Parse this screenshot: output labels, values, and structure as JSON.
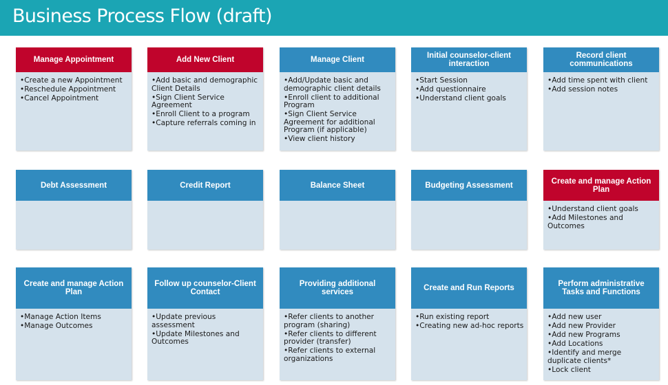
{
  "title": "Business Process Flow (draft)",
  "colors": {
    "title_bar": "#1ba5b4",
    "header_red": "#c0042c",
    "header_blue": "#318bbf",
    "card_body": "#d5e2ec"
  },
  "rows": [
    [
      {
        "title": "Manage Appointment",
        "color": "red",
        "items": [
          "Create a new Appointment",
          "Reschedule Appointment",
          "Cancel Appointment"
        ]
      },
      {
        "title": "Add New Client",
        "color": "red",
        "items": [
          "Add basic and demographic Client Details",
          "Sign Client Service Agreement",
          "Enroll Client to a program",
          "Capture referrals coming in"
        ]
      },
      {
        "title": "Manage Client",
        "color": "blue",
        "items": [
          "Add/Update basic and demographic client details",
          "Enroll client to additional Program",
          "Sign Client Service Agreement for additional Program (if applicable)",
          "View client history"
        ]
      },
      {
        "title": "Initial counselor-client interaction",
        "color": "blue",
        "items": [
          "Start Session",
          "Add questionnaire",
          "Understand client goals"
        ]
      },
      {
        "title": "Record client communications",
        "color": "blue",
        "items": [
          "Add time spent with client",
          "Add session notes"
        ]
      }
    ],
    [
      {
        "title": "Debt Assessment",
        "color": "blue",
        "items": []
      },
      {
        "title": "Credit Report",
        "color": "blue",
        "items": []
      },
      {
        "title": "Balance Sheet",
        "color": "blue",
        "items": []
      },
      {
        "title": "Budgeting Assessment",
        "color": "blue",
        "items": []
      },
      {
        "title": "Create and manage Action Plan",
        "color": "red",
        "items": [
          "Understand client goals",
          "Add Milestones and Outcomes"
        ]
      }
    ],
    [
      {
        "title": "Create and manage Action Plan",
        "color": "blue",
        "items": [
          "Manage Action Items",
          "Manage Outcomes"
        ]
      },
      {
        "title": "Follow up counselor-Client Contact",
        "color": "blue",
        "items": [
          "Update previous assessment",
          "Update Milestones and Outcomes"
        ]
      },
      {
        "title": "Providing additional services",
        "color": "blue",
        "items": [
          "Refer clients to another program (sharing)",
          "Refer clients to different provider (transfer)",
          "Refer clients to external organizations"
        ]
      },
      {
        "title": "Create and Run Reports",
        "color": "blue",
        "items": [
          "Run existing report",
          "Creating new ad-hoc reports"
        ]
      },
      {
        "title": "Perform administrative Tasks and Functions",
        "color": "blue",
        "items": [
          "Add new user",
          "Add new Provider",
          "Add new Programs",
          "Add Locations",
          "Identify and merge duplicate clients*",
          "Lock client"
        ]
      }
    ]
  ]
}
